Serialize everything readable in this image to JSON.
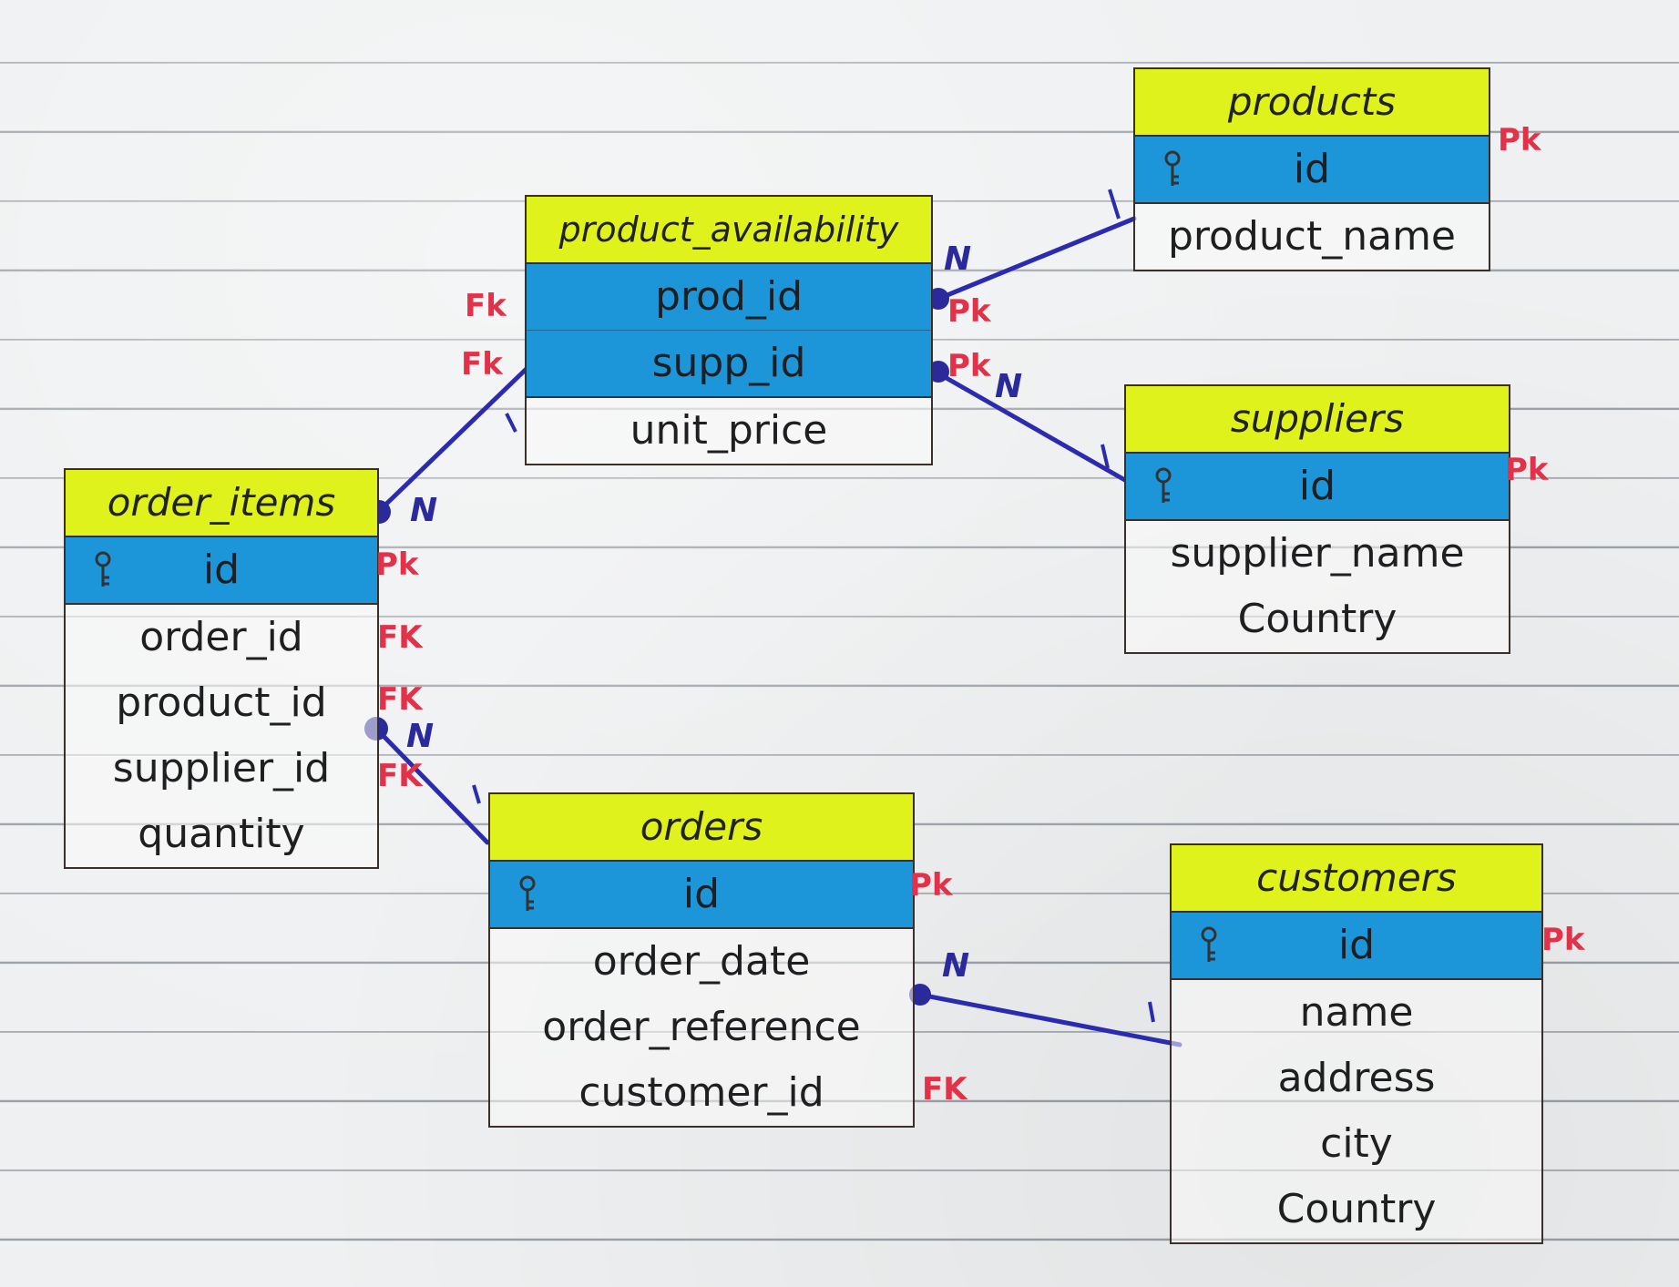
{
  "colors": {
    "header_highlight": "#dff21c",
    "key_highlight": "#1c96d8",
    "relation_line": "#2b2bb0",
    "key_tag": "#e2324a"
  },
  "entities": {
    "products": {
      "title": "products",
      "fields": [
        "id",
        "product_name"
      ],
      "tags": [
        "Pk"
      ]
    },
    "product_availability": {
      "title": "product_availability",
      "fields": [
        "prod_id",
        "supp_id",
        "unit_price"
      ],
      "tags_left": [
        "Fk",
        "Fk"
      ],
      "tags_right": [
        "Pk",
        "Pk"
      ]
    },
    "suppliers": {
      "title": "suppliers",
      "fields": [
        "id",
        "supplier_name",
        "Country"
      ],
      "tags": [
        "Pk"
      ]
    },
    "order_items": {
      "title": "order_items",
      "fields": [
        "id",
        "order_id",
        "product_id",
        "supplier_id",
        "quantity"
      ],
      "tags": [
        "Pk",
        "FK",
        "FK",
        "FK"
      ]
    },
    "orders": {
      "title": "orders",
      "fields": [
        "id",
        "order_date",
        "order_reference",
        "customer_id"
      ],
      "tags": [
        "Pk",
        "FK"
      ]
    },
    "customers": {
      "title": "customers",
      "fields": [
        "id",
        "name",
        "address",
        "city",
        "Country"
      ],
      "tags": [
        "Pk"
      ]
    }
  },
  "relationships": [
    {
      "from": "product_availability.prod_id",
      "to": "products.id",
      "from_card": "N",
      "to_card": "1"
    },
    {
      "from": "product_availability.supp_id",
      "to": "suppliers.id",
      "from_card": "N",
      "to_card": "1"
    },
    {
      "from": "order_items",
      "to": "product_availability.supp_id",
      "from_card": "N",
      "to_card": "1"
    },
    {
      "from": "order_items.supplier_id",
      "to": "orders",
      "from_card": "N",
      "to_card": "1"
    },
    {
      "from": "orders.customer_id",
      "to": "customers.id",
      "from_card": "N",
      "to_card": "1"
    }
  ]
}
